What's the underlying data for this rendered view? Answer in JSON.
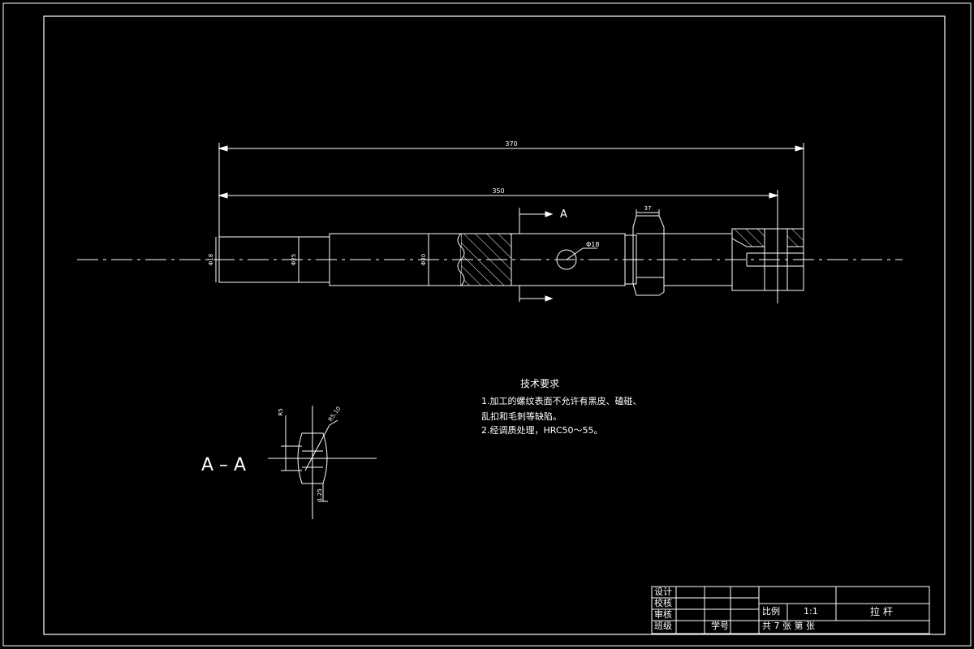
{
  "drawing": {
    "dims": {
      "overall_length": "370",
      "length_350": "350",
      "thread_width": "37",
      "hole_dia": "Φ18",
      "dia_a": "Φ18",
      "dia_b": "Φ25",
      "dia_c": "Φ30",
      "section_dim_top": "R5",
      "section_dim_bottom": "1.25",
      "section_radius": "R5.10"
    },
    "section_marker": "A",
    "section_label": "A – A"
  },
  "tech_requirements": {
    "title": "技术要求",
    "items": [
      "1.加工的螺纹表面不允许有黑皮、磕碰、",
      "乱扣和毛刺等缺陷。",
      "2.经调质处理，HRC50～55。"
    ]
  },
  "title_block": {
    "rows": [
      "设计",
      "校核",
      "审核",
      "班级"
    ],
    "student_id_label": "学号",
    "scale_label": "比例",
    "scale_value": "1:1",
    "sheet_info": "共 7 张  第  张",
    "part_name": "拉  杆"
  },
  "colors": {
    "background": "#000000",
    "line": "#ffffff"
  }
}
